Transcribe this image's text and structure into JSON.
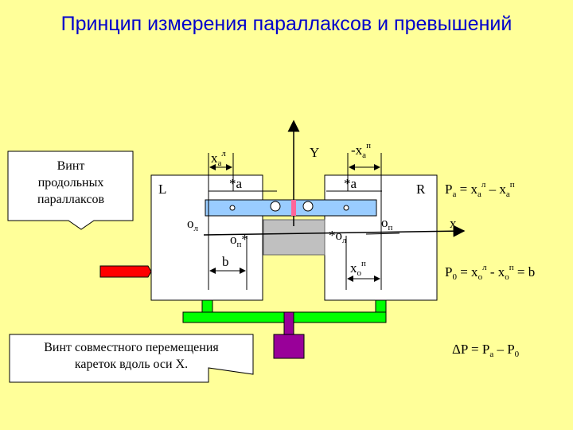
{
  "title": "Принцип измерения параллаксов и превышений",
  "callouts": {
    "longitudinal_screw": [
      "Винт",
      "продольных",
      "параллаксов"
    ],
    "common_screw": [
      "Винт совместного перемещения",
      "кареток вдоль оси X."
    ]
  },
  "axes": {
    "y": "Y",
    "x": "x"
  },
  "plates": {
    "left": "L",
    "right": "R"
  },
  "marks": {
    "xa_left": {
      "base": "x",
      "sub": "a",
      "sup": "л"
    },
    "xa_right": {
      "base": "-x",
      "sub": "a",
      "sup": "п"
    },
    "point_a_left": "*a",
    "point_a_right": "*a",
    "ol": {
      "base": "o",
      "sub": "л"
    },
    "op_left": {
      "base": "o",
      "sub": "п",
      "tail": "*"
    },
    "ol_right": {
      "head": "*",
      "base": "o",
      "sub": "л"
    },
    "op_right": {
      "base": "o",
      "sub": "п"
    },
    "b": "b",
    "xo_right": {
      "base": "x",
      "sub": "o",
      "sup": "п"
    }
  },
  "formulas": {
    "pa": {
      "p": "P",
      "p_sub": "a",
      "eq": " = x",
      "s1": "a",
      "u1": "л",
      "mid": " – x",
      "s2": "a",
      "u2": "п",
      "tail": ""
    },
    "p0": {
      "p": "P",
      "p_sub": "0",
      "eq": " = x",
      "s1": "o",
      "u1": "л",
      "mid": " - x",
      "s2": "o",
      "u2": "п",
      "tail": " = b"
    },
    "dp": {
      "pre": "ΔP = P",
      "s1": "a",
      "mid": " – P",
      "s2": "0"
    }
  },
  "colors": {
    "title": "#0000CC",
    "bar": "#99CCFF",
    "base": "#00FF00",
    "knob": "#990099",
    "arrow": "#FF0000",
    "indicator": "#FF6699",
    "plate_core": "#C0C0C0"
  }
}
